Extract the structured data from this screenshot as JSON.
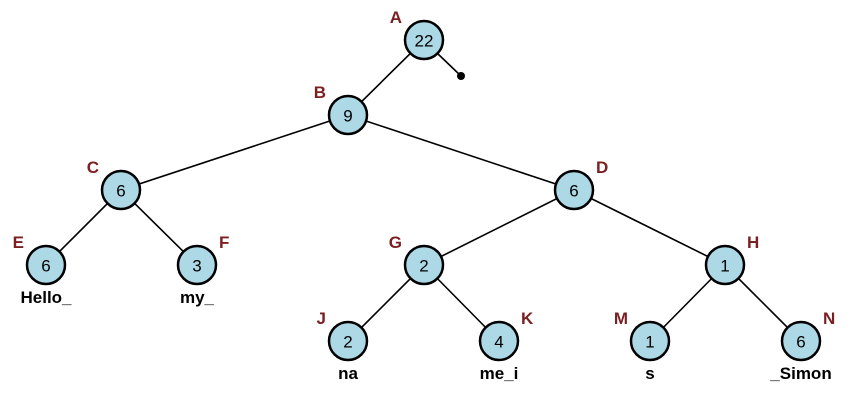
{
  "title": "Rope data structure",
  "colors": {
    "node_fill": "#add8e6",
    "label": "#7a1f22"
  },
  "nodes": [
    {
      "id": "A",
      "weight": "22",
      "parent": null
    },
    {
      "id": "B",
      "weight": "9",
      "parent": "A"
    },
    {
      "id": "C",
      "weight": "6",
      "parent": "B"
    },
    {
      "id": "D",
      "weight": "6",
      "parent": "B"
    },
    {
      "id": "E",
      "weight": "6",
      "parent": "C",
      "text": "Hello_"
    },
    {
      "id": "F",
      "weight": "3",
      "parent": "C",
      "text": "my_"
    },
    {
      "id": "G",
      "weight": "2",
      "parent": "D"
    },
    {
      "id": "H",
      "weight": "1",
      "parent": "D"
    },
    {
      "id": "J",
      "weight": "2",
      "parent": "G",
      "text": "na"
    },
    {
      "id": "K",
      "weight": "4",
      "parent": "G",
      "text": "me_i"
    },
    {
      "id": "M",
      "weight": "1",
      "parent": "H",
      "text": "s"
    },
    {
      "id": "N",
      "weight": "6",
      "parent": "H",
      "text": "_Simon"
    }
  ]
}
